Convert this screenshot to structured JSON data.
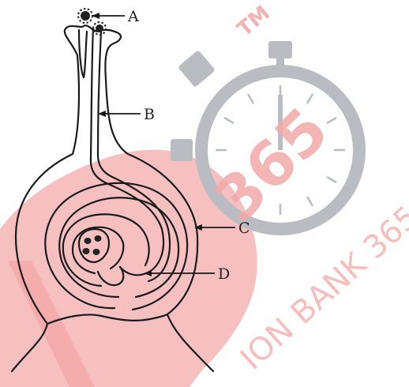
{
  "diagram": {
    "labels": {
      "a": "A",
      "b": "B",
      "c": "C",
      "d": "D"
    }
  },
  "watermark": {
    "number": "365",
    "brand_text": "ION BANK 365",
    "trademark": "TM"
  },
  "colors": {
    "line": "#1a1a1a",
    "watermark_red": "#f5b5b5",
    "watermark_text_red": "#f3a9a9",
    "stopwatch_gray": "#b9bcc0",
    "pollen": "#222222"
  }
}
